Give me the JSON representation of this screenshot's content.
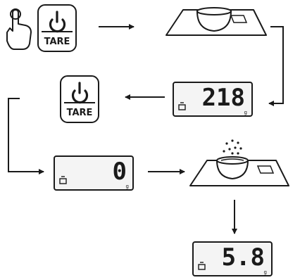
{
  "button": {
    "label": "TARE",
    "icon": "power-icon"
  },
  "displays": {
    "first": {
      "value": "218",
      "unit": "g"
    },
    "zeroed": {
      "value": "0",
      "unit": "g"
    },
    "final": {
      "value": "5.8",
      "unit": "g"
    }
  },
  "icons": {
    "finger": "pointing-finger-icon",
    "battery": "battery-icon",
    "bowl": "bowl-icon",
    "arrow": "arrow-icon"
  },
  "colors": {
    "line": "#1a1a1a",
    "background": "#ffffff",
    "display_bg": "#f4f4f4"
  }
}
